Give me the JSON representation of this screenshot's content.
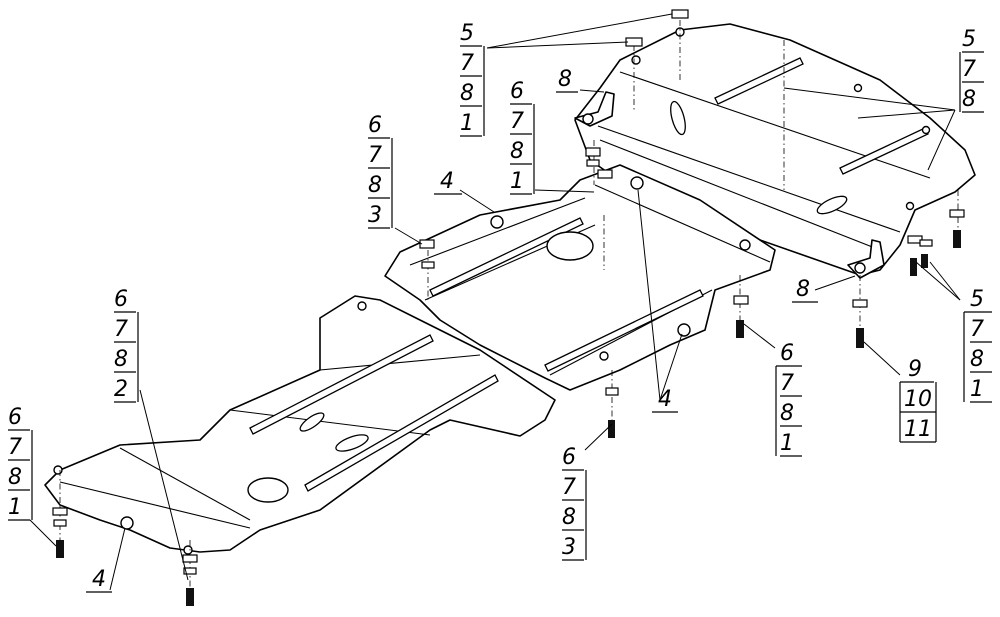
{
  "callouts": [
    {
      "id": "top-left-upper",
      "items": [
        "5",
        "7",
        "8",
        "1"
      ]
    },
    {
      "id": "top-right",
      "items": [
        "5",
        "7",
        "8"
      ]
    },
    {
      "id": "upper-middle",
      "items": [
        "6",
        "7",
        "8",
        "1"
      ]
    },
    {
      "id": "left-upper",
      "items": [
        "6",
        "7",
        "8",
        "3"
      ]
    },
    {
      "id": "left-lower-mid",
      "items": [
        "6",
        "7",
        "8",
        "2"
      ]
    },
    {
      "id": "far-left",
      "items": [
        "6",
        "7",
        "8",
        "1"
      ]
    },
    {
      "id": "middle-right",
      "items": [
        "6",
        "7",
        "8",
        "1"
      ]
    },
    {
      "id": "bottom-middle",
      "items": [
        "6",
        "7",
        "8",
        "3"
      ]
    },
    {
      "id": "right-lower",
      "items": [
        "5",
        "7",
        "8",
        "1"
      ]
    },
    {
      "id": "bracket-bolt",
      "items": [
        "9",
        "10",
        "11"
      ]
    }
  ],
  "single_labels": [
    {
      "id": "label-8-top",
      "text": "8"
    },
    {
      "id": "label-4-top",
      "text": "4"
    },
    {
      "id": "label-8-right",
      "text": "8"
    },
    {
      "id": "label-4-mid",
      "text": "4"
    },
    {
      "id": "label-4-bottom",
      "text": "4"
    }
  ]
}
